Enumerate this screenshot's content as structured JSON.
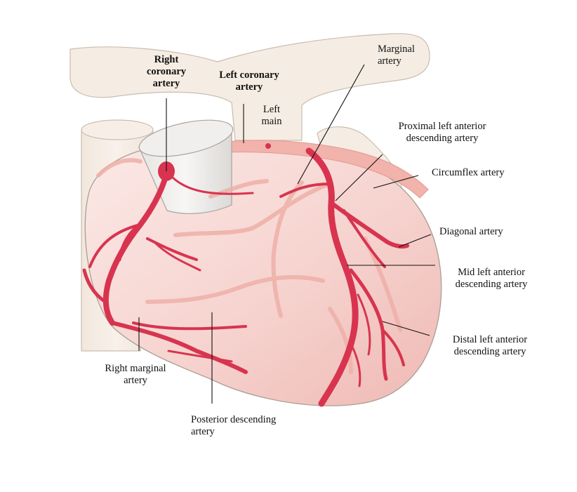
{
  "labels": {
    "right_coronary": "Right\ncoronary\nartery",
    "left_coronary": "Left coronary\nartery",
    "left_main": "Left\nmain",
    "marginal": "Marginal\nartery",
    "proximal_lad": "Proximal left anterior\ndescending artery",
    "circumflex": "Circumflex artery",
    "diagonal": "Diagonal artery",
    "mid_lad": "Mid left anterior\ndescending artery",
    "distal_lad": "Distal left anterior\ndescending artery",
    "right_marginal": "Right marginal\nartery",
    "posterior_descending": "Posterior descending\nartery"
  },
  "colors": {
    "artery": "#d8344f",
    "heart_fill": "#f6d7d3",
    "heart_outline": "#a89f94",
    "vessel_cream": "#f5ece3",
    "vein": "#f0b8b0"
  }
}
